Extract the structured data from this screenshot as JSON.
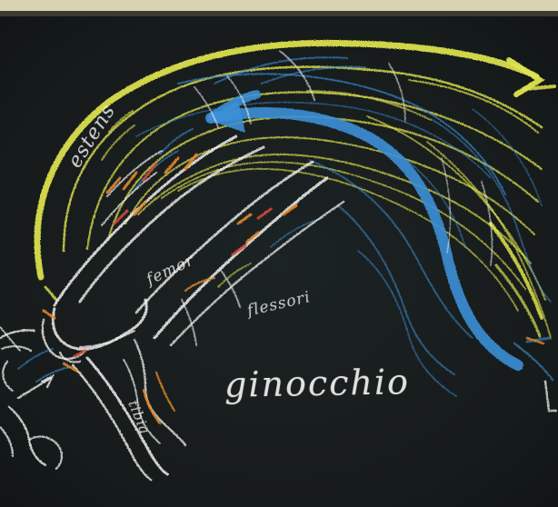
{
  "scene": {
    "board_color": "#151a1b",
    "wall_color": "#d9d3b2",
    "frame_color": "#3b3a34",
    "chalk_colors": {
      "white": "#f2f2ee",
      "yellow": "#dfe54f",
      "blue": "#3b8fd6",
      "orange": "#e58a2b",
      "red": "#d04a3a"
    }
  },
  "labels": {
    "main_word": "ginocchio",
    "extensors": "estens",
    "femur": "femor",
    "flexors": "flessori",
    "tibia": "tibia"
  }
}
